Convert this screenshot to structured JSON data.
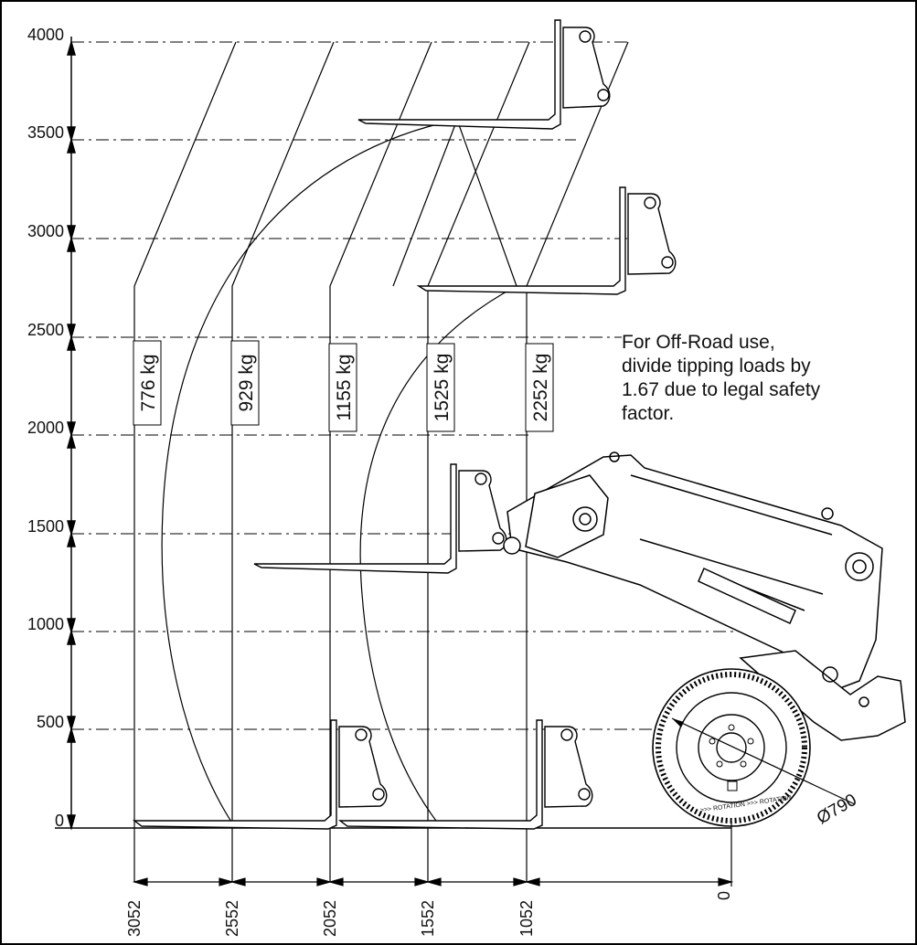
{
  "diagram": {
    "y_axis": {
      "ticks": [
        "4000",
        "3500",
        "3000",
        "2500",
        "2000",
        "1500",
        "1000",
        "500",
        "0"
      ]
    },
    "x_axis": {
      "ticks": [
        "3052",
        "2552",
        "2052",
        "1552",
        "1052",
        "0"
      ]
    },
    "load_zones": [
      {
        "label": "776 kg"
      },
      {
        "label": "929 kg"
      },
      {
        "label": "1155 kg"
      },
      {
        "label": "1525 kg"
      },
      {
        "label": "2252 kg"
      }
    ],
    "note": [
      "For Off-Road use,",
      "divide tipping loads by",
      "1.67 due to legal safety",
      "factor."
    ],
    "wheel_dimension": "Ø790",
    "tire_text": ">>> ROTATION >>> ROTATION"
  },
  "colors": {
    "line": "#000000",
    "background": "#ffffff"
  }
}
